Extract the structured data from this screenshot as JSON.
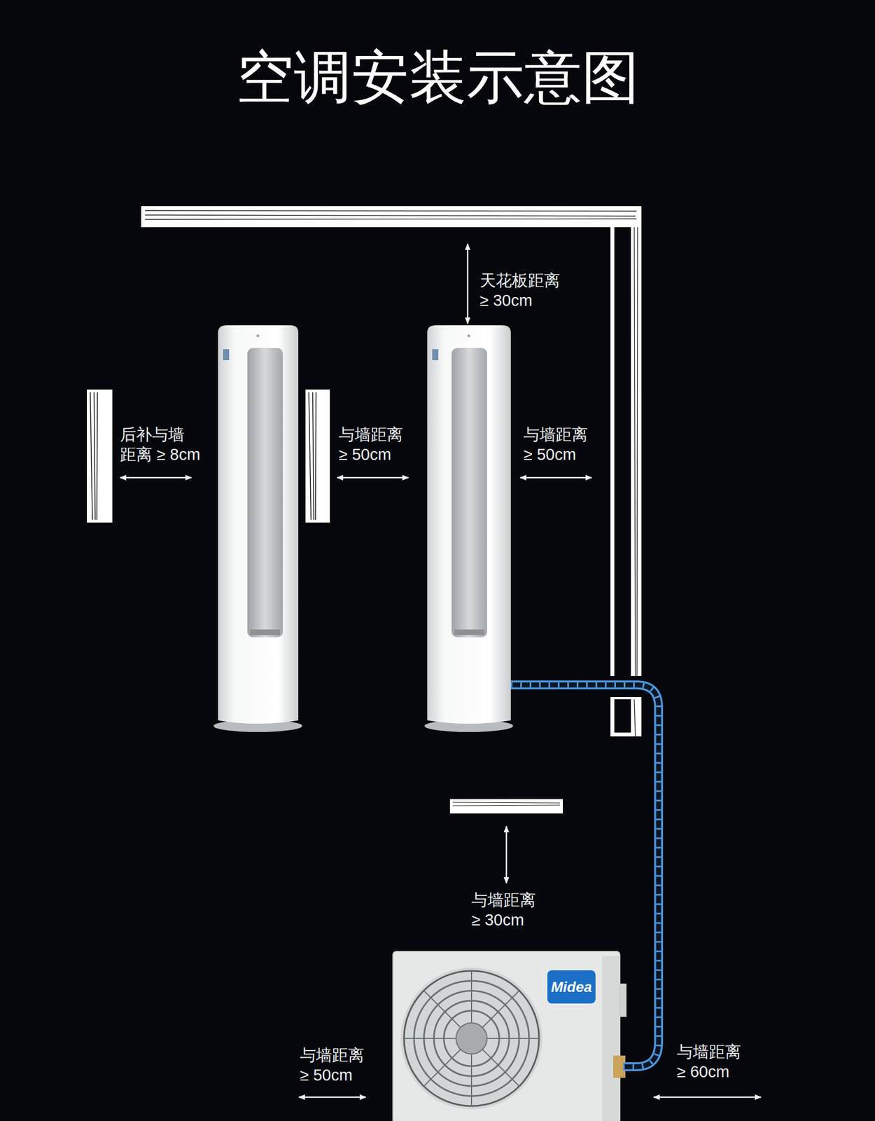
{
  "diagram": {
    "title": "空调安装示意图",
    "nodes": [
      {
        "text": [
          "Midea"
        ]
      }
    ],
    "labels": [
      "天花板距离 ≥ 30cm",
      "后补与墙 距离 ≥ 8cm",
      "与墙距离 ≥ 50cm",
      "与墙距离 ≥ 50cm",
      "与墙距离 ≥ 30cm",
      "与墙距离 ≥ 50cm",
      "与墙距离 ≥ 60cm"
    ]
  }
}
